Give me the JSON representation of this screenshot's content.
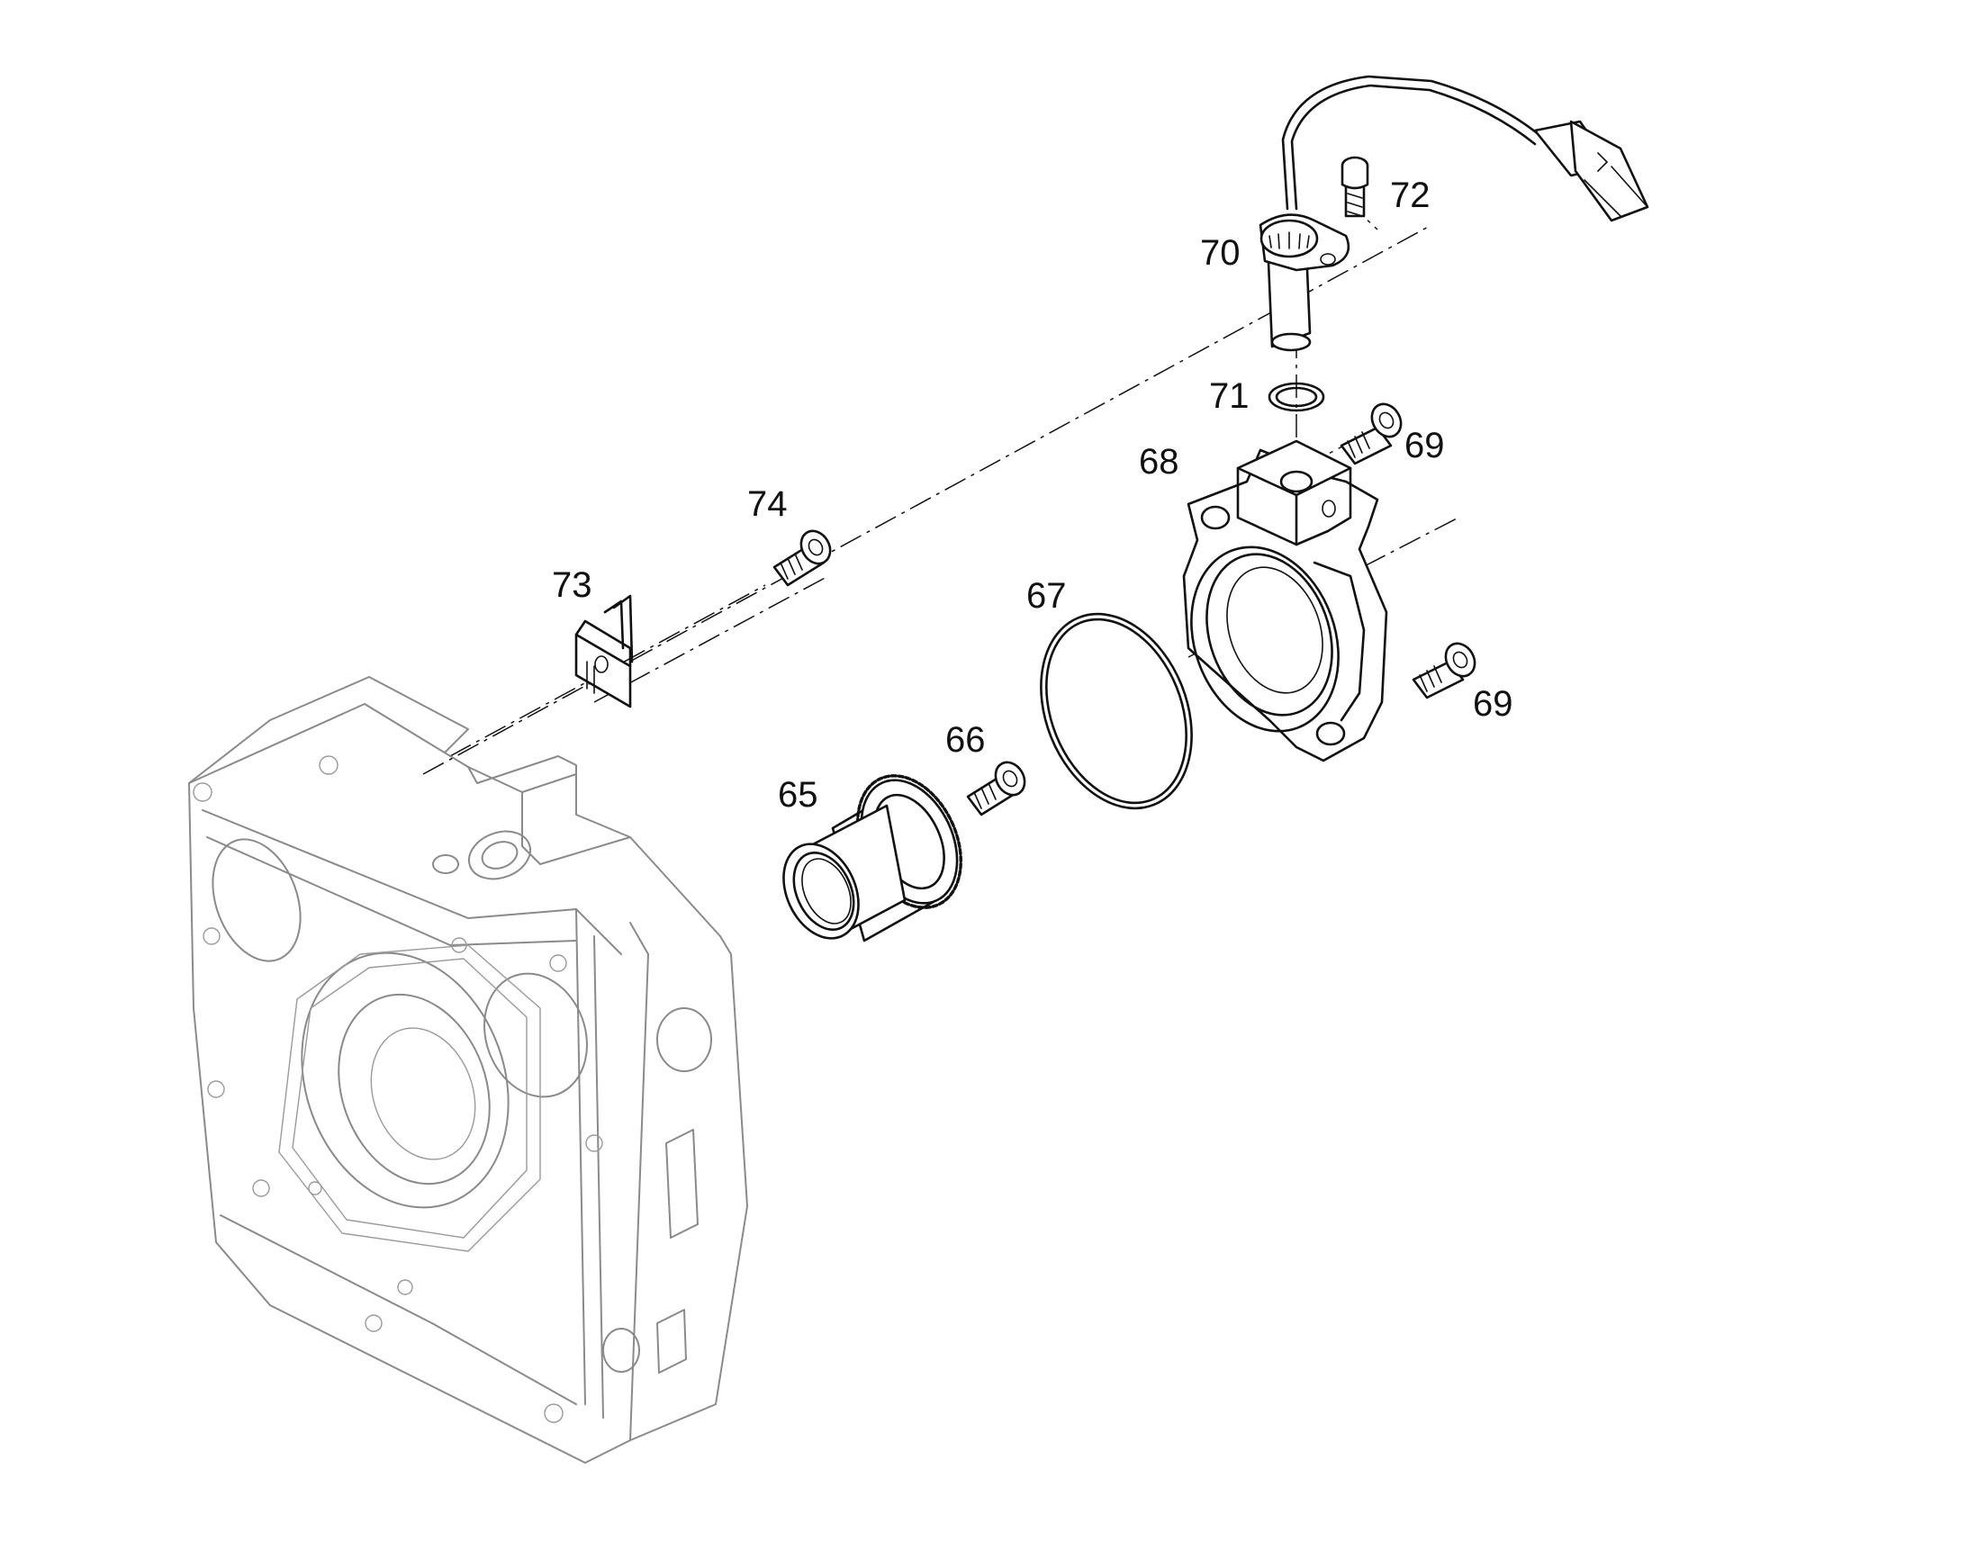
{
  "diagram": {
    "labels": [
      {
        "id": "65",
        "text": "65"
      },
      {
        "id": "66",
        "text": "66"
      },
      {
        "id": "67",
        "text": "67"
      },
      {
        "id": "68",
        "text": "68"
      },
      {
        "id": "69a",
        "text": "69"
      },
      {
        "id": "69b",
        "text": "69"
      },
      {
        "id": "70",
        "text": "70"
      },
      {
        "id": "71",
        "text": "71"
      },
      {
        "id": "72",
        "text": "72"
      },
      {
        "id": "73",
        "text": "73"
      },
      {
        "id": "74",
        "text": "74"
      }
    ],
    "colors": {
      "line": "#111111",
      "housing": "#8a8a8a",
      "background": "#ffffff"
    }
  }
}
